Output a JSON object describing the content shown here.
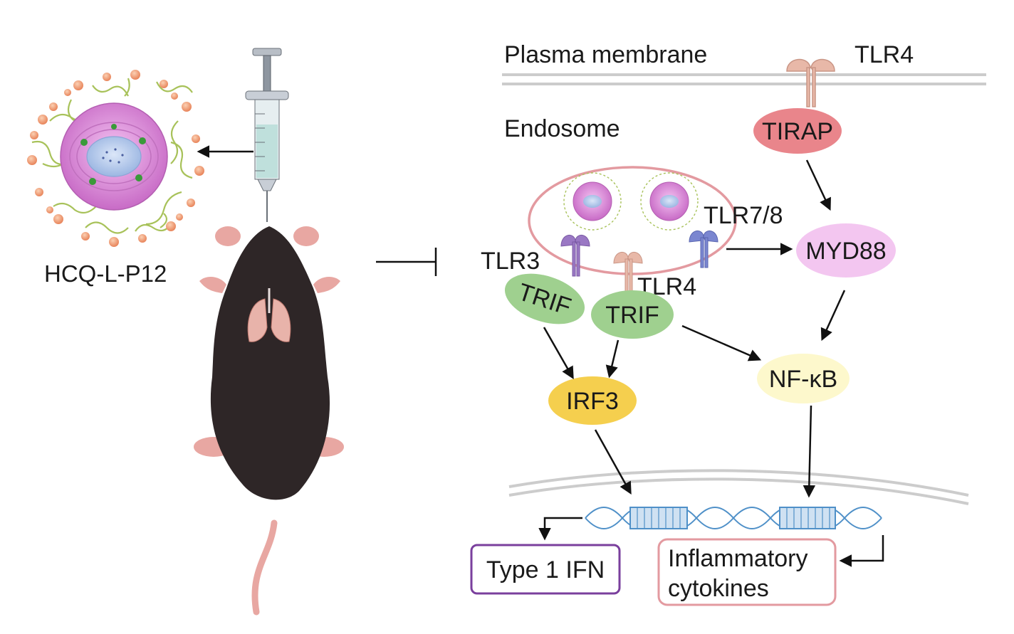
{
  "labels": {
    "plasma_membrane": "Plasma membrane",
    "tlr4_top": "TLR4",
    "tirap": "TIRAP",
    "endosome": "Endosome",
    "tlr78": "TLR7/8",
    "myd88": "MYD88",
    "tlr3": "TLR3",
    "trif_left": "TRIF",
    "trif_right": "TRIF",
    "tlr4_endo": "TLR4",
    "irf3": "IRF3",
    "nfkb": "NF-κB",
    "nanoparticle": "HCQ-L-P12",
    "type1_ifn": "Type 1 IFN",
    "inflammatory_line1": "Inflammatory",
    "inflammatory_line2": "cytokines"
  },
  "colors": {
    "tirap": "#e9858b",
    "myd88": "#f3c6f0",
    "trif": "#9fd08f",
    "irf3": "#f5cf4e",
    "nfkb": "#fdf8cc",
    "endosome_border": "#e39aa0",
    "type1_ifn_border": "#7a3f9d",
    "cytokines_border": "#e39aa0",
    "membrane": "#cccccc",
    "tlr4_receptor": "#e8b8a8",
    "tlr_blue_receptor": "#7a86d0",
    "tlr3_receptor": "#9a78c4",
    "dna": "#4f90c8",
    "mouse_body": "#2e2627",
    "mouse_pink": "#e8a7a2",
    "liposome": "#e093df",
    "liposome_core": "#b7cdf0",
    "peg": "#a8c25a",
    "peptide": "#f2a77a"
  }
}
